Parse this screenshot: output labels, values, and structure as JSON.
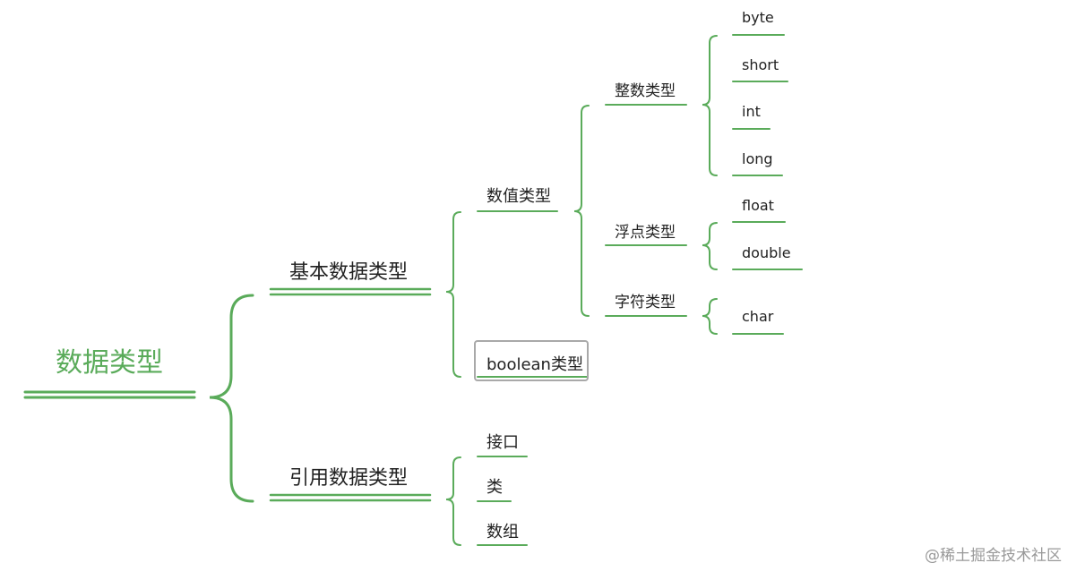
{
  "diagram": {
    "root": "数据类型",
    "basic": {
      "label": "基本数据类型",
      "numeric": {
        "label": "数值类型",
        "integer": {
          "label": "整数类型",
          "items": [
            "byte",
            "short",
            "int",
            "long"
          ]
        },
        "float": {
          "label": "浮点类型",
          "items": [
            "float",
            "double"
          ]
        },
        "char": {
          "label": "字符类型",
          "items": [
            "char"
          ]
        }
      },
      "boolean": "boolean类型"
    },
    "reference": {
      "label": "引用数据类型",
      "items": [
        "接口",
        "类",
        "数组"
      ]
    }
  },
  "watermark": "@稀土掘金技术社区",
  "colors": {
    "branch": "#5aab5a",
    "root_text": "#5aab5a",
    "selected_border": "#a9a9a9"
  }
}
